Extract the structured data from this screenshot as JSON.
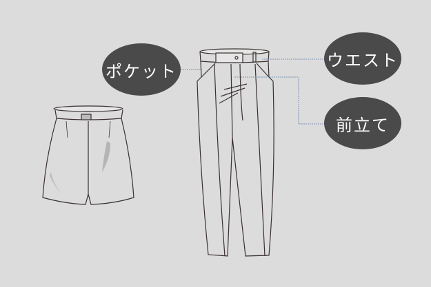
{
  "labels": {
    "pocket": "ポケット",
    "waist": "ウエスト",
    "fly": "前立て"
  },
  "colors": {
    "background": "#dcdcdc",
    "label_bg": "#4a4a4a",
    "leader_line": "#7f93b8",
    "outline": "#3a3030"
  }
}
